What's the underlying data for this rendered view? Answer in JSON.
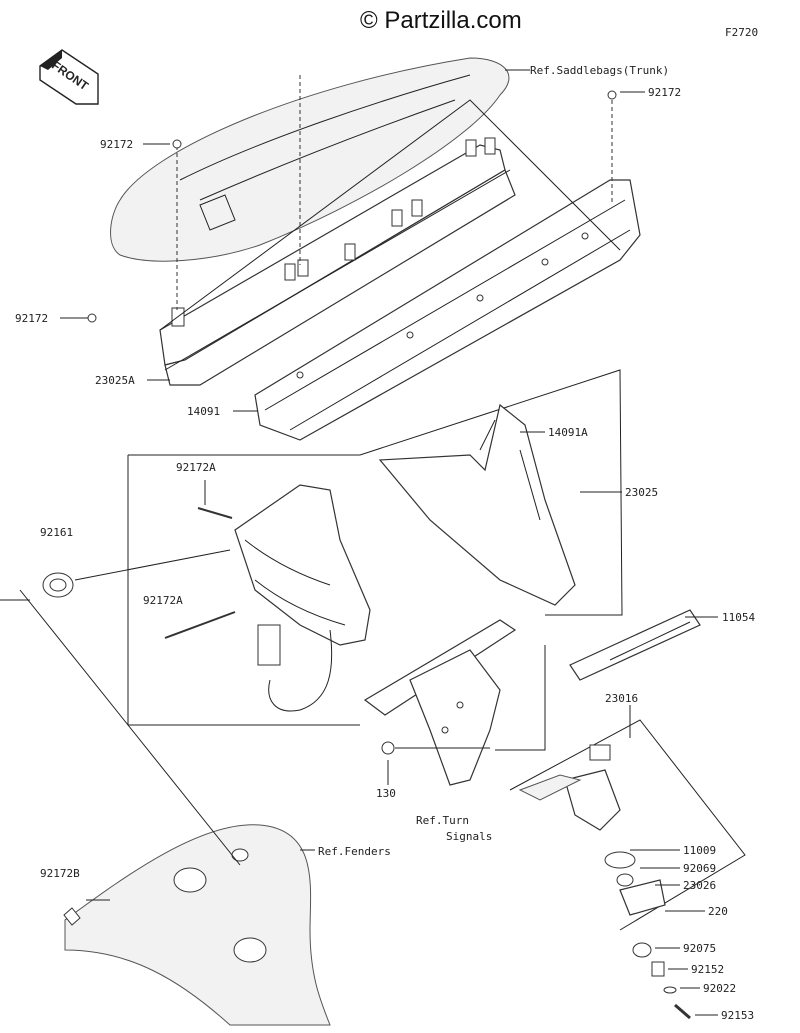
{
  "header": {
    "watermark": "© Partzilla.com",
    "figure_code": "F2720",
    "front_label": "FRONT"
  },
  "refs": {
    "saddlebags": "Ref.Saddlebags(Trunk)",
    "turn_signals_line1": "Ref.Turn",
    "turn_signals_line2": "Signals",
    "fenders": "Ref.Fenders"
  },
  "parts": {
    "p92172_top_left": "92172",
    "p92172_top_right": "92172",
    "p92172_left": "92172",
    "p23025A": "23025A",
    "p14091": "14091",
    "p14091A": "14091A",
    "p92172A_top": "92172A",
    "p92172A_bottom": "92172A",
    "p92161": "92161",
    "p23025": "23025",
    "p11054": "11054",
    "p23016": "23016",
    "p130": "130",
    "p11009": "11009",
    "p92069": "92069",
    "p23026": "23026",
    "p220": "220",
    "p92172B": "92172B",
    "p92075": "92075",
    "p92152": "92152",
    "p92022": "92022",
    "p92153": "92153"
  }
}
